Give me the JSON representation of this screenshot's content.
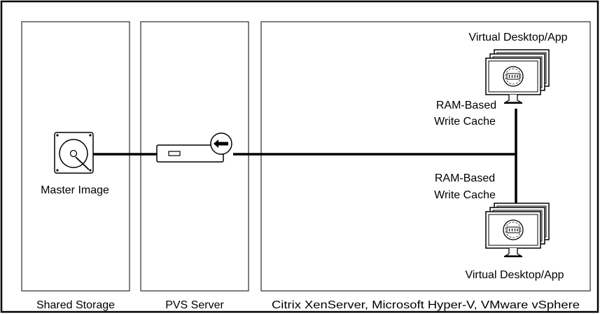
{
  "zones": {
    "shared_storage": "Shared Storage",
    "pvs_server": "PVS Server",
    "hypervisors": "Citrix XenServer, Microsoft Hyper-V, VMware vSphere"
  },
  "nodes": {
    "master_image": "Master Image",
    "vd_top": "Virtual Desktop/App",
    "vd_bottom": "Virtual Desktop/App"
  },
  "cache_top": {
    "line1": "RAM-Based",
    "line2": "Write Cache"
  },
  "cache_bottom": {
    "line1": "RAM-Based",
    "line2": "Write Cache"
  },
  "colors": {
    "stroke": "#000000",
    "background": "#ffffff"
  },
  "icons": [
    "hard-disk-icon",
    "pvs-server-icon",
    "stream-arrow-icon",
    "monitor-stack-icon"
  ]
}
